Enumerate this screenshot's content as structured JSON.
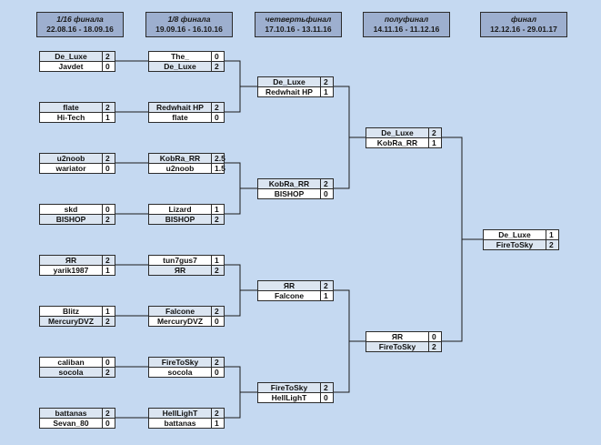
{
  "headers": [
    {
      "title": "1/16 финала",
      "dates": "22.08.16 - 18.09.16"
    },
    {
      "title": "1/8 финала",
      "dates": "19.09.16 - 16.10.16"
    },
    {
      "title": "четвертьфинал",
      "dates": "17.10.16 - 13.11.16"
    },
    {
      "title": "полуфинал",
      "dates": "14.11.16 - 11.12.16"
    },
    {
      "title": "финал",
      "dates": "12.12.16 - 29.01.17"
    }
  ],
  "rounds": [
    [
      [
        [
          "De_Luxe",
          "2"
        ],
        [
          "Javdet",
          "0"
        ]
      ],
      [
        [
          "flate",
          "2"
        ],
        [
          "Hi-Tech",
          "1"
        ]
      ],
      [
        [
          "u2noob",
          "2"
        ],
        [
          "wariator",
          "0"
        ]
      ],
      [
        [
          "skd",
          "0"
        ],
        [
          "BISHOP",
          "2"
        ]
      ],
      [
        [
          "ЯR",
          "2"
        ],
        [
          "yarik1987",
          "1"
        ]
      ],
      [
        [
          "Blitz",
          "1"
        ],
        [
          "MercuryDVZ",
          "2"
        ]
      ],
      [
        [
          "caliban",
          "0"
        ],
        [
          "socola",
          "2"
        ]
      ],
      [
        [
          "battanas",
          "2"
        ],
        [
          "Sevan_80",
          "0"
        ]
      ]
    ],
    [
      [
        [
          "The_",
          "0"
        ],
        [
          "De_Luxe",
          "2"
        ]
      ],
      [
        [
          "Redwhait HP",
          "2"
        ],
        [
          "flate",
          "0"
        ]
      ],
      [
        [
          "KobRa_RR",
          "2.5"
        ],
        [
          "u2noob",
          "1.5"
        ]
      ],
      [
        [
          "Lizard",
          "1"
        ],
        [
          "BISHOP",
          "2"
        ]
      ],
      [
        [
          "tun7gus7",
          "1"
        ],
        [
          "ЯR",
          "2"
        ]
      ],
      [
        [
          "Falcone",
          "2"
        ],
        [
          "MercuryDVZ",
          "0"
        ]
      ],
      [
        [
          "FireToSky",
          "2"
        ],
        [
          "socola",
          "0"
        ]
      ],
      [
        [
          "HellLighT",
          "2"
        ],
        [
          "battanas",
          "1"
        ]
      ]
    ],
    [
      [
        [
          "De_Luxe",
          "2"
        ],
        [
          "Redwhait HP",
          "1"
        ]
      ],
      [
        [
          "KobRa_RR",
          "2"
        ],
        [
          "BISHOP",
          "0"
        ]
      ],
      [
        [
          "ЯR",
          "2"
        ],
        [
          "Falcone",
          "1"
        ]
      ],
      [
        [
          "FireToSky",
          "2"
        ],
        [
          "HellLighT",
          "0"
        ]
      ]
    ],
    [
      [
        [
          "De_Luxe",
          "2"
        ],
        [
          "KobRa_RR",
          "1"
        ]
      ],
      [
        [
          "ЯR",
          "0"
        ],
        [
          "FireToSky",
          "2"
        ]
      ]
    ],
    [
      [
        [
          "De_Luxe",
          "1"
        ],
        [
          "FireToSky",
          "2"
        ]
      ]
    ]
  ]
}
